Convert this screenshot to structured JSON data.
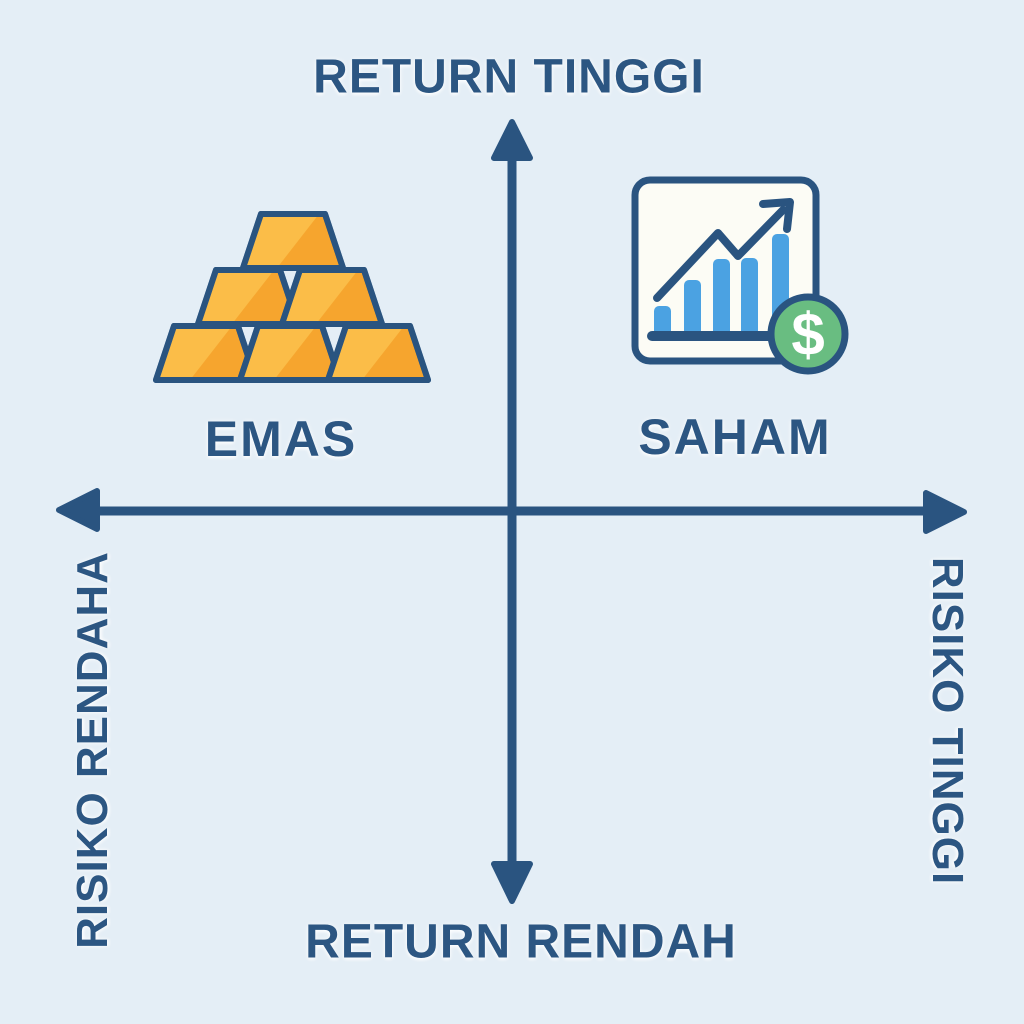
{
  "diagram": {
    "title_context": "risk-return quadrant comparing investments",
    "axis_labels": {
      "top": "RETURN TINGGI",
      "bottom": "RETURN RENDAH",
      "left": "RISIKO RENDAHA",
      "right": "RISIKO TINGGI"
    },
    "items": {
      "gold": {
        "label": "EMAS",
        "icon": "gold-bars-icon"
      },
      "stock": {
        "label": "SAHAM",
        "icon": "stock-chart-icon",
        "coin_symbol": "$"
      }
    },
    "colors": {
      "background": "#E4EEF6",
      "axis_and_outline": "#2A5480",
      "label_text": "#2C5682",
      "gold_main": "#F6A52E",
      "gold_highlight": "#FBBD48",
      "chart_panel": "#FCFCF5",
      "bar_blue": "#4BA2E2",
      "coin_green": "#69BD81",
      "coin_symbol": "#FFFFFF"
    }
  }
}
